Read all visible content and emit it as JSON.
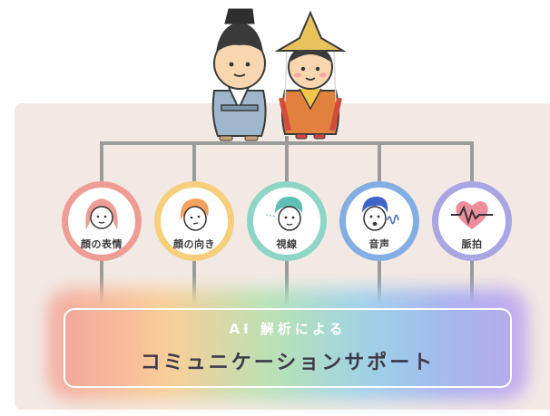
{
  "nodes": [
    {
      "label": "顔の表情",
      "color": "#ee9d95",
      "icon": "woman-face-icon"
    },
    {
      "label": "顔の向き",
      "color": "#f6cf7d",
      "icon": "tilted-face-icon"
    },
    {
      "label": "視線",
      "color": "#8fd5c5",
      "icon": "gaze-face-icon"
    },
    {
      "label": "音声",
      "color": "#84aee3",
      "icon": "voice-face-icon"
    },
    {
      "label": "脈拍",
      "color": "#aaa5e3",
      "icon": "heartbeat-icon"
    }
  ],
  "banner": {
    "subtitle": "AI 解析による",
    "title": "コミュニケーションサポート"
  },
  "colors": {
    "panel": "#f2e9e4",
    "connector": "#9b9b9b",
    "text": "#3e3b4a"
  }
}
